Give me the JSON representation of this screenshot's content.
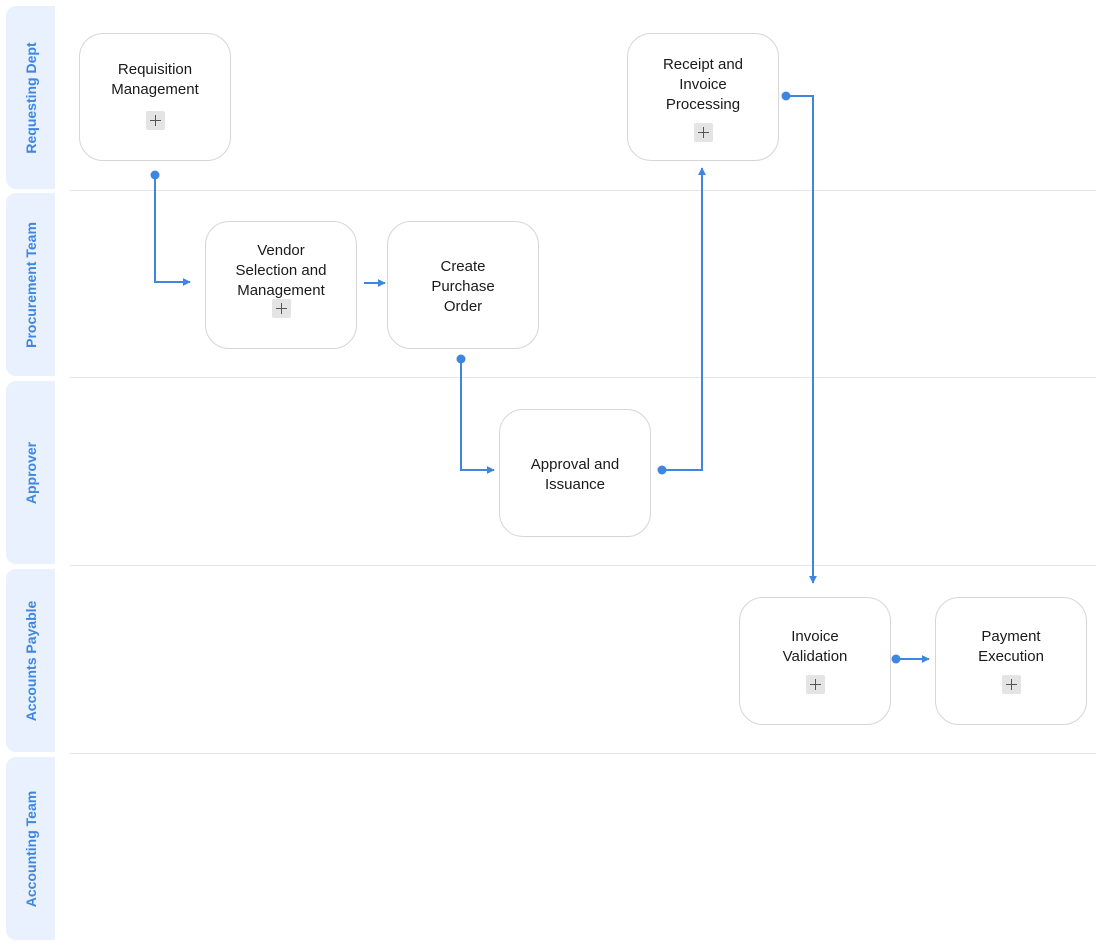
{
  "lanes": [
    {
      "label": "Requesting Dept"
    },
    {
      "label": "Procurement Team"
    },
    {
      "label": "Approver"
    },
    {
      "label": "Accounts Payable"
    },
    {
      "label": "Accounting Team"
    }
  ],
  "nodes": [
    {
      "id": "requisition",
      "lines": [
        "Requisition",
        "Management"
      ],
      "expandable": true
    },
    {
      "id": "vendor",
      "lines": [
        "Vendor",
        "Selection and",
        "Management"
      ],
      "expandable": true
    },
    {
      "id": "create-po",
      "lines": [
        "Create",
        "Purchase",
        "Order"
      ],
      "expandable": false
    },
    {
      "id": "approval",
      "lines": [
        "Approval and",
        "Issuance"
      ],
      "expandable": false
    },
    {
      "id": "receipt",
      "lines": [
        "Receipt and",
        "Invoice",
        "Processing"
      ],
      "expandable": true
    },
    {
      "id": "invoice-validation",
      "lines": [
        "Invoice",
        "Validation"
      ],
      "expandable": true
    },
    {
      "id": "payment",
      "lines": [
        "Payment",
        "Execution"
      ],
      "expandable": true
    }
  ],
  "edges": [
    {
      "from": "requisition",
      "to": "vendor"
    },
    {
      "from": "vendor",
      "to": "create-po"
    },
    {
      "from": "create-po",
      "to": "approval"
    },
    {
      "from": "approval",
      "to": "receipt"
    },
    {
      "from": "receipt",
      "to": "invoice-validation"
    },
    {
      "from": "invoice-validation",
      "to": "payment"
    }
  ],
  "colors": {
    "connector": "#3f86e0",
    "lane_header_bg": "#e8f1fd",
    "lane_header_text": "#3f86e0",
    "node_border": "#d6d6d6"
  }
}
